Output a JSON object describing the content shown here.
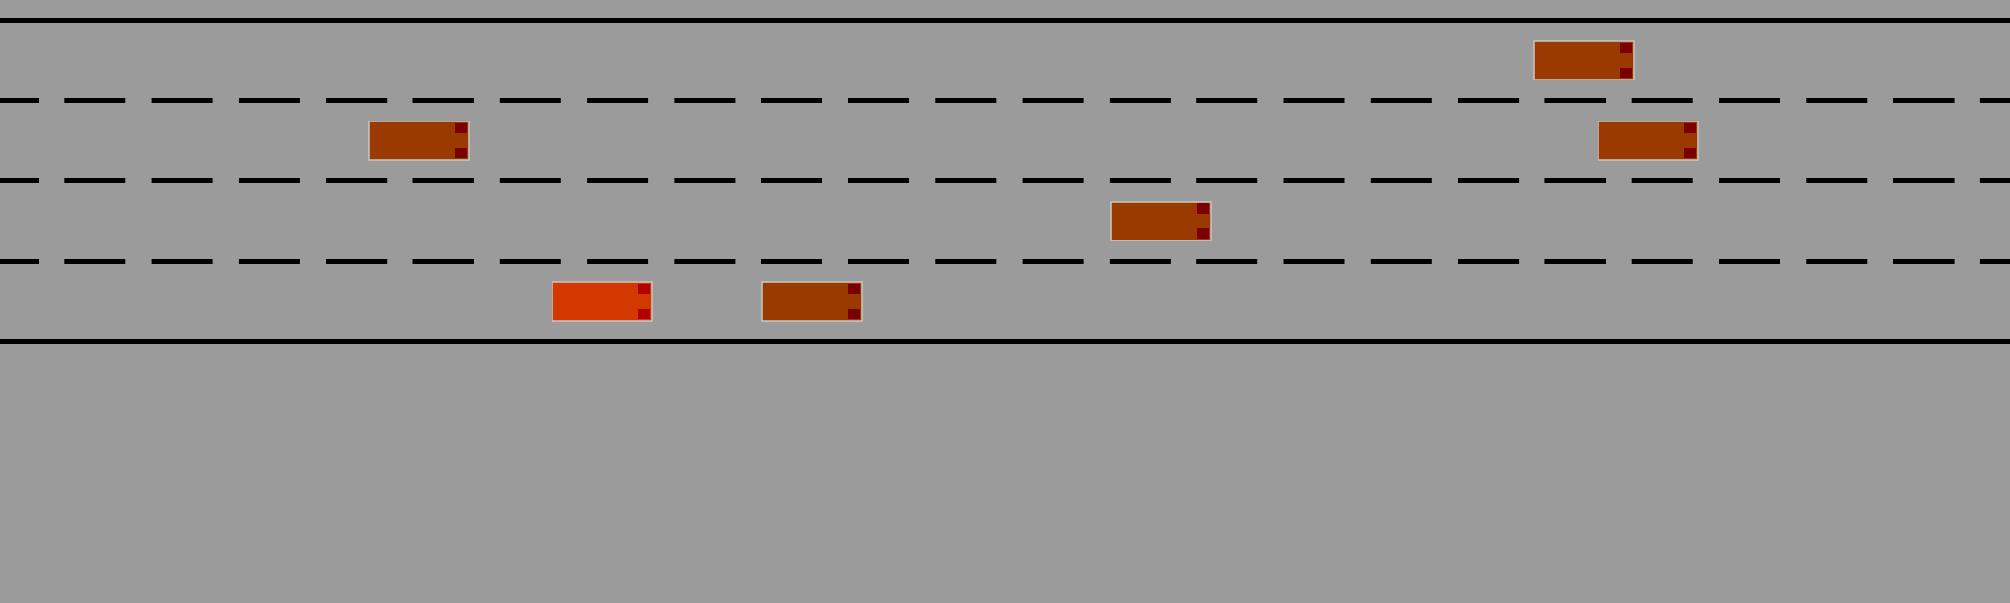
{
  "scene": {
    "background_color": "#9b9b9b",
    "line_color": "#000000",
    "lane_count": 4,
    "road_edges": [
      "top-solid",
      "bottom-solid"
    ],
    "lane_dividers": [
      "dashed",
      "dashed",
      "dashed"
    ]
  },
  "vehicles": [
    {
      "id": "ego",
      "lane": 4,
      "role": "ego",
      "color": "#d33800",
      "light_color": "#b00000",
      "heading": "right"
    },
    {
      "id": "car-lane4-right",
      "lane": 4,
      "role": "traffic",
      "color": "#9a3a00",
      "light_color": "#7a0000",
      "heading": "right"
    },
    {
      "id": "car-lane3",
      "lane": 3,
      "role": "traffic",
      "color": "#9a3a00",
      "light_color": "#7a0000",
      "heading": "right"
    },
    {
      "id": "car-lane2-left",
      "lane": 2,
      "role": "traffic",
      "color": "#9a3a00",
      "light_color": "#7a0000",
      "heading": "right"
    },
    {
      "id": "car-lane2-right",
      "lane": 2,
      "role": "traffic",
      "color": "#9a3a00",
      "light_color": "#7a0000",
      "heading": "right"
    },
    {
      "id": "car-lane1",
      "lane": 1,
      "role": "traffic",
      "color": "#9a3a00",
      "light_color": "#7a0000",
      "heading": "right"
    }
  ]
}
